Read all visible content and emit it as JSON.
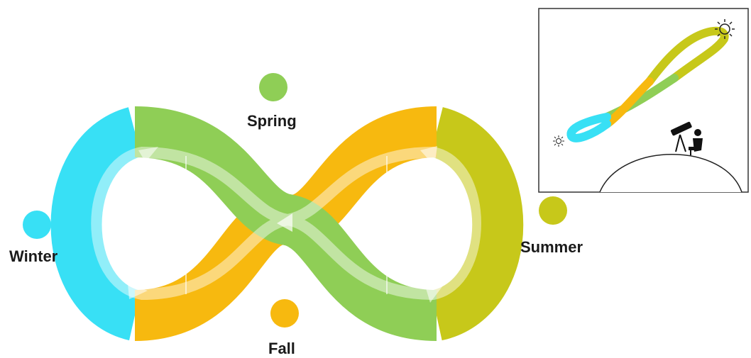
{
  "seasons": [
    {
      "label": "Spring",
      "color": "#8fce56"
    },
    {
      "label": "Winter",
      "color": "#38e0f5"
    },
    {
      "label": "Summer",
      "color": "#c7c81a"
    },
    {
      "label": "Fall",
      "color": "#f7b90f"
    }
  ],
  "inset": {
    "icons": [
      "sun-icon",
      "telescope-observer-icon"
    ]
  }
}
